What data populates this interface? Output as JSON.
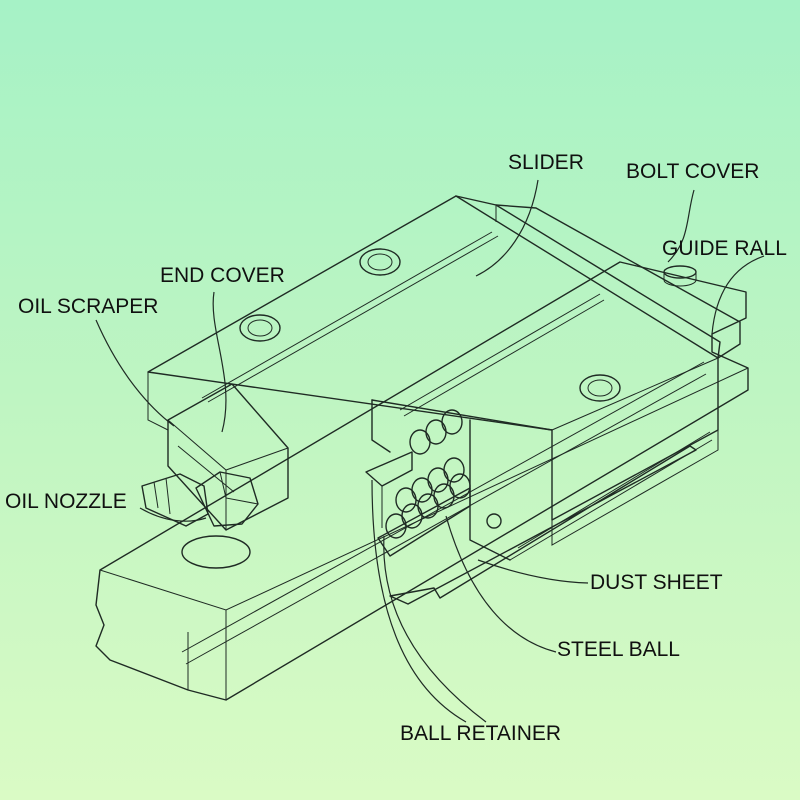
{
  "labels": {
    "slider": "SLIDER",
    "bolt_cover": "BOLT COVER",
    "guide_rall": "GUIDE RALL",
    "end_cover": "END COVER",
    "oil_scraper": "OIL SCRAPER",
    "oil_nozzle": "OIL NOZZLE",
    "dust_sheet": "DUST SHEET",
    "steel_ball": "STEEL BALL",
    "ball_retainer": "BALL RETAINER"
  },
  "colors": {
    "background_top": "#a6f2c6",
    "background_bottom": "#dafbc5",
    "line": "#1f2b24",
    "text": "#101010"
  }
}
